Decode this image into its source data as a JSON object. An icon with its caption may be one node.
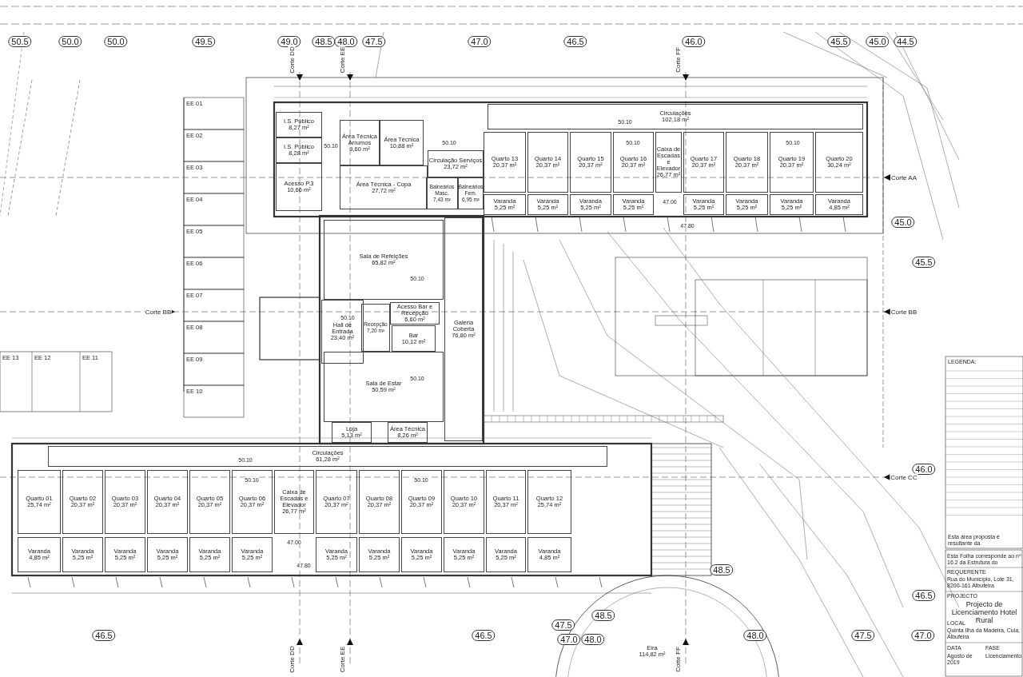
{
  "diagram": {
    "nodes": [
      {
        "text": [
          "I.S. Público",
          "8,27 m²"
        ]
      },
      {
        "text": [
          "I.S. Público",
          "8,28 m²"
        ]
      },
      {
        "text": [
          "Acesso P.3",
          "10,66 m²"
        ]
      },
      {
        "text": [
          "Área Técnica Arrumos",
          "9,60 m²"
        ]
      },
      {
        "text": [
          "Área Técnica",
          "10,88 m²"
        ]
      },
      {
        "text": [
          "Área Técnica - Copa",
          "27,72 m²"
        ]
      },
      {
        "text": [
          "Circulação Serviços",
          "23,72 m²"
        ]
      },
      {
        "text": [
          "Balneários Masc.",
          "7,43 m²"
        ]
      },
      {
        "text": [
          "Balneários Fem.",
          "6,95 m²"
        ]
      },
      {
        "text": [
          "Circulações",
          "102,18 m²"
        ]
      },
      {
        "text": [
          "Quarto 13",
          "20,37 m²"
        ]
      },
      {
        "text": [
          "Quarto 14",
          "20,37 m²"
        ]
      },
      {
        "text": [
          "Quarto 15",
          "20,37 m²"
        ]
      },
      {
        "text": [
          "Quarto 16",
          "20,37 m²"
        ]
      },
      {
        "text": [
          "Caixa de Escadas e Elevador",
          "26,77 m²"
        ]
      },
      {
        "text": [
          "Quarto 17",
          "20,37 m²"
        ]
      },
      {
        "text": [
          "Quarto 18",
          "20,37 m²"
        ]
      },
      {
        "text": [
          "Quarto 19",
          "20,37 m²"
        ]
      },
      {
        "text": [
          "Quarto 20",
          "30,24 m²"
        ]
      },
      {
        "text": [
          "Varanda",
          "5,25 m²"
        ]
      },
      {
        "text": [
          "Varanda",
          "5,25 m²"
        ]
      },
      {
        "text": [
          "Varanda",
          "5,25 m²"
        ]
      },
      {
        "text": [
          "Varanda",
          "5,25 m²"
        ]
      },
      {
        "text": [
          "Varanda",
          "5,25 m²"
        ]
      },
      {
        "text": [
          "Varanda",
          "5,25 m²"
        ]
      },
      {
        "text": [
          "Varanda",
          "5,25 m²"
        ]
      },
      {
        "text": [
          "Varanda",
          "4,85 m²"
        ]
      },
      {
        "text": [
          "Sala de Refeições",
          "65,82 m²"
        ]
      },
      {
        "text": [
          "Hall de Entrada",
          "23,40 m²"
        ]
      },
      {
        "text": [
          "Recepção",
          "7,20 m²"
        ]
      },
      {
        "text": [
          "Acesso Bar e Recepção",
          "6,60 m²"
        ]
      },
      {
        "text": [
          "Bar",
          "10,12 m²"
        ]
      },
      {
        "text": [
          "Galeria Coberta",
          "76,80 m²"
        ]
      },
      {
        "text": [
          "Sala de Estar",
          "50,59 m²"
        ]
      },
      {
        "text": [
          "Loja",
          "5,13 m²"
        ]
      },
      {
        "text": [
          "Área Técnica",
          "8,26 m²"
        ]
      },
      {
        "text": [
          "Circulações",
          "61,28 m²"
        ]
      },
      {
        "text": [
          "Quarto 01",
          "25,74 m²"
        ]
      },
      {
        "text": [
          "Quarto 02",
          "20,37 m²"
        ]
      },
      {
        "text": [
          "Quarto 03",
          "20,37 m²"
        ]
      },
      {
        "text": [
          "Quarto 04",
          "20,37 m²"
        ]
      },
      {
        "text": [
          "Quarto 05",
          "20,37 m²"
        ]
      },
      {
        "text": [
          "Quarto 06",
          "20,37 m²"
        ]
      },
      {
        "text": [
          "Caixa de Escadas e Elevador",
          "26,77 m²"
        ]
      },
      {
        "text": [
          "Quarto 07",
          "20,37 m²"
        ]
      },
      {
        "text": [
          "Quarto 08",
          "20,37 m²"
        ]
      },
      {
        "text": [
          "Quarto 09",
          "20,37 m²"
        ]
      },
      {
        "text": [
          "Quarto 10",
          "20,37 m²"
        ]
      },
      {
        "text": [
          "Quarto 11",
          "20,37 m²"
        ]
      },
      {
        "text": [
          "Quarto 12",
          "25,74 m²"
        ]
      },
      {
        "text": [
          "Varanda",
          "4,85 m²"
        ]
      },
      {
        "text": [
          "Varanda",
          "5,25 m²"
        ]
      },
      {
        "text": [
          "Varanda",
          "5,25 m²"
        ]
      },
      {
        "text": [
          "Varanda",
          "5,25 m²"
        ]
      },
      {
        "text": [
          "Varanda",
          "5,25 m²"
        ]
      },
      {
        "text": [
          "Varanda",
          "5,25 m²"
        ]
      },
      {
        "text": [
          "Varanda",
          "5,25 m²"
        ]
      },
      {
        "text": [
          "Varanda",
          "5,25 m²"
        ]
      },
      {
        "text": [
          "Varanda",
          "5,25 m²"
        ]
      },
      {
        "text": [
          "Varanda",
          "5,25 m²"
        ]
      },
      {
        "text": [
          "Varanda",
          "5,25 m²"
        ]
      },
      {
        "text": [
          "Varanda",
          "4,85 m²"
        ]
      },
      {
        "text": [
          "Eira",
          "114,82 m²"
        ]
      }
    ],
    "labels": [
      "50.5",
      "50.0",
      "50.0",
      "49.5",
      "49.0",
      "48.5",
      "48.0",
      "47.5",
      "47.0",
      "46.5",
      "46.0",
      "45.5",
      "45.0",
      "44.5",
      "45.0",
      "45.5",
      "46.0",
      "46.5",
      "48.5",
      "46.5",
      "46.5",
      "47.5",
      "48.5",
      "47.0",
      "48.0",
      "48.0",
      "47.5",
      "47.0",
      "Corte DD",
      "Corte EE",
      "Corte FF",
      "Corte AA",
      "Corte BB",
      "Corte BB",
      "Corte CC",
      "Corte DD",
      "Corte EE",
      "Corte FF",
      "EE 01",
      "EE 02",
      "EE 03",
      "EE 04",
      "EE 05",
      "EE 06",
      "EE 07",
      "EE 08",
      "EE 09",
      "EE 10",
      "EE 13",
      "EE 12",
      "EE 11",
      "50.10",
      "50.10",
      "50.10",
      "50.10",
      "50.10",
      "47.00",
      "47.80",
      "50.10",
      "50.10",
      "50.10",
      "50.10",
      "50.10",
      "50.10",
      "47.00",
      "47.80",
      "LEGENDA:",
      "Esta área proposta é resultante da",
      "Esta Folha corresponde ao nº 16.2 da Estrutura do",
      "REQUERENTE",
      "Rua do Município, Lote 31, 8200-161 Albufeira",
      "PROJECTO",
      "Projecto de Licenciamento Hotel Rural",
      "LOCAL",
      "Quinta Ilha da Madeira, Cuia, Albufeira",
      "DATA",
      "FASE",
      "Agosto de 2019",
      "Licenciamento"
    ]
  }
}
